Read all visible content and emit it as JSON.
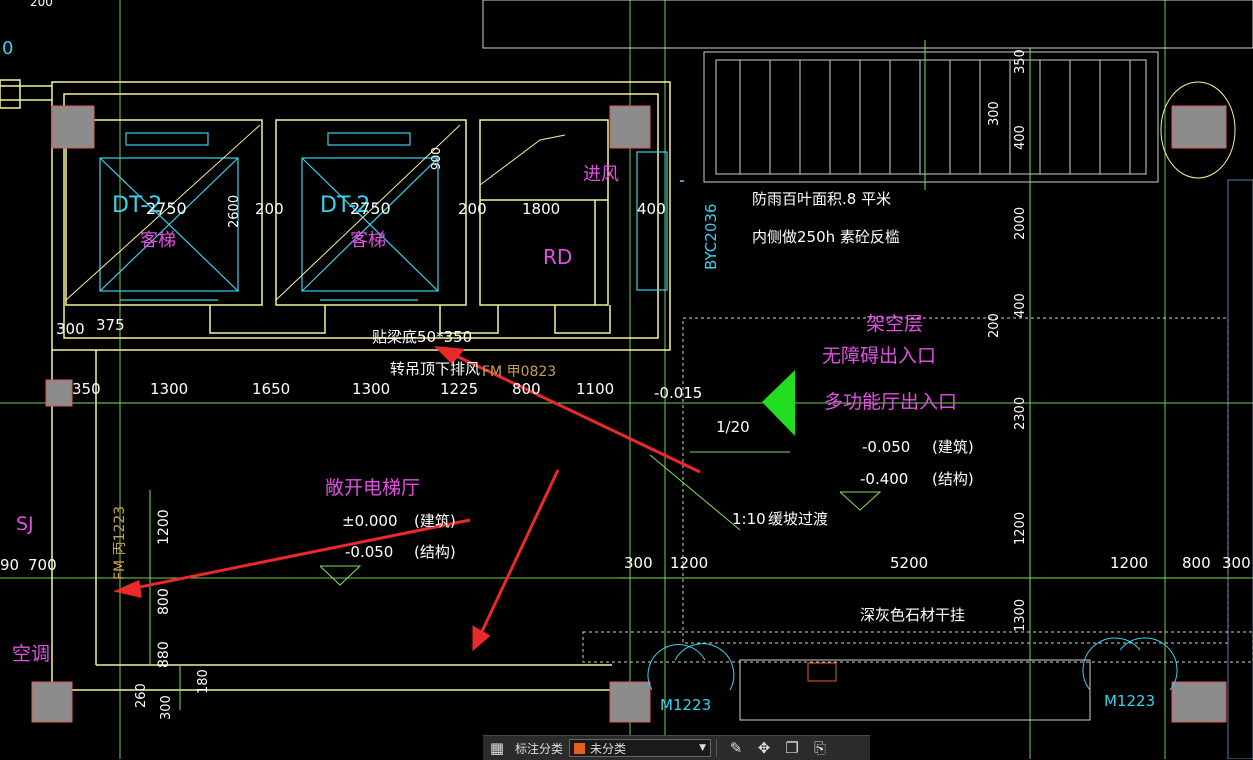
{
  "drawing": {
    "top_partial": "200",
    "left_partial": "0",
    "elevator_1_id": "DT-2",
    "elevator_1_dim": "2750",
    "elevator_1_name": "客梯",
    "elevator_1_depth": "2600",
    "elevator_2_id": "DT-2",
    "elevator_2_dim": "2750",
    "elevator_2_name": "客梯",
    "dim_200_a": "200",
    "dim_200_b": "200",
    "dim_900": "900",
    "dim_1800": "1800",
    "dim_400_side": "400",
    "room_rd": "RD",
    "intake_air": "进风",
    "louver_code": "BYC2036",
    "louver_note_1": "防雨百叶面积.8 平米",
    "louver_note_2": "内侧做250h 素砼反槛",
    "dim_300": "300",
    "dim_375": "375",
    "beam_note": "贴梁底50*350",
    "exhaust_note": "转吊顶下排风",
    "door_fm_b": "FM 甲0823",
    "row_dims": [
      "350",
      "1300",
      "1650",
      "1300",
      "1225",
      "800",
      "1100"
    ],
    "level_m0015": "-0.015",
    "slope_1_20": "1/20",
    "lobby_name": "敞开电梯厅",
    "lobby_level_arch": "±0.000",
    "lobby_arch_label": "(建筑)",
    "lobby_level_struct": "-0.050",
    "lobby_struct_label": "(结构)",
    "door_fm_c": "FM 丙1223",
    "dim_1200_v": "1200",
    "dim_800_v": "800",
    "dim_880_v": "880",
    "dim_260": "260",
    "dim_300_v": "300",
    "dim_180": "180",
    "sj_label": "SJ",
    "dim_700": "700",
    "dim_90": "90",
    "aircon": "空调",
    "overhead_title": "架空层",
    "barrier_free": "无障碍出入口",
    "multi_hall": "多功能厅出入口",
    "oh_level_arch": "-0.050",
    "oh_arch_label": "(建筑)",
    "oh_level_struct": "-0.400",
    "oh_struct_label": "(结构)",
    "ramp_slope": "1:10",
    "ramp_note": "缓坡过渡",
    "bottom_dims": [
      "300",
      "1200",
      "5200",
      "1200",
      "800",
      "300"
    ],
    "stone_note": "深灰色石材干挂",
    "right_dims": [
      "350",
      "300",
      "400",
      "2000",
      "400",
      "200",
      "2300",
      "1200",
      "1300"
    ],
    "door_m1223_a": "M1223",
    "door_m1223_b": "M1223"
  },
  "toolbar": {
    "category_label": "标注分类",
    "category_value": "未分类"
  },
  "colors": {
    "wall": "#f4f29a",
    "cyan": "#35d3ee",
    "green": "#7fe05a",
    "magenta": "#e34ee3",
    "white": "#ffffff",
    "red_arrow": "#ea2a2a",
    "gray_column": "#8c8c8c",
    "orange": "#e0621c"
  }
}
